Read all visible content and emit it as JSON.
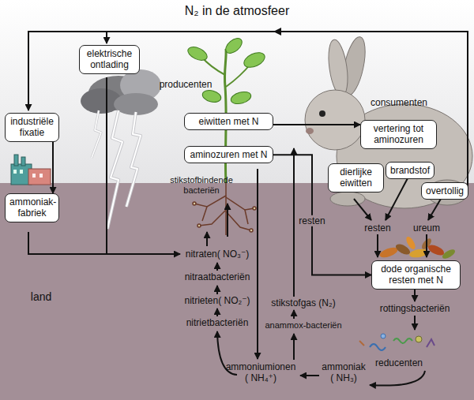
{
  "diagram": {
    "title": "N₂ in de atmosfeer",
    "nodes": [
      {
        "text": [
          "industriële fixatie"
        ]
      },
      {
        "text": [
          "ammoniak- fabriek"
        ]
      },
      {
        "text": [
          "elektrische ontlading"
        ]
      },
      {
        "text": [
          "eiwitten met N"
        ]
      },
      {
        "text": [
          "aminozuren met N"
        ]
      },
      {
        "text": [
          "vertering tot aminozuren"
        ]
      },
      {
        "text": [
          "dierlijke eiwitten"
        ]
      },
      {
        "text": [
          "brandstof"
        ]
      },
      {
        "text": [
          "overtollig"
        ]
      },
      {
        "text": [
          "dode organische resten met N"
        ]
      }
    ],
    "edges": [
      {
        "from": 0,
        "to": 1,
        "arrow": "to"
      },
      {
        "from": 3,
        "to": 5,
        "arrow": "to"
      },
      {
        "from": 4,
        "to": 9,
        "label": "resten",
        "arrow": "to"
      }
    ],
    "labels": [
      "producenten",
      "consumenten",
      "stikstofbindende bacteriën",
      "resten",
      "ureum",
      "land",
      "nitraten( NO₃⁻)",
      "nitraatbacteriën",
      "nitrieten( NO₂⁻)",
      "nitrietbacteriën",
      "stikstofgas (N₂)",
      "anammox-bacteriën",
      "rottingsbacteriën",
      "ammoniumionen ( NH₄⁺)",
      "ammoniak ( NH₃)",
      "reducenten"
    ]
  }
}
